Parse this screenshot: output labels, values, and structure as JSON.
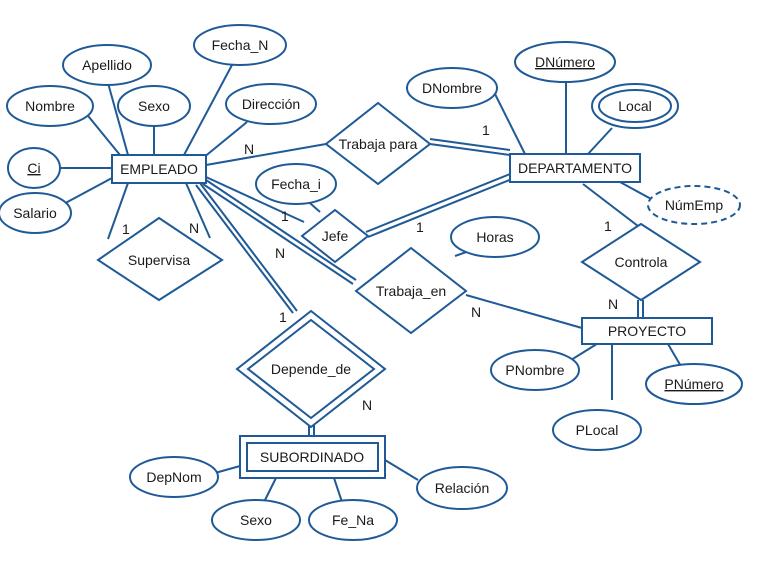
{
  "entities": {
    "empleado": "EMPLEADO",
    "departamento": "DEPARTAMENTO",
    "proyecto": "PROYECTO",
    "subordinado": "SUBORDINADO"
  },
  "relationships": {
    "trabaja_para": "Trabaja para",
    "jefe": "Jefe",
    "supervisa": "Supervisa",
    "trabaja_en": "Trabaja_en",
    "controla": "Controla",
    "depende_de": "Depende_de"
  },
  "attributes": {
    "fecha_n": "Fecha_N",
    "apellido": "Apellido",
    "nombre": "Nombre",
    "sexo_emp": "Sexo",
    "direccion": "Dirección",
    "ci": "Ci",
    "salario": "Salario",
    "fecha_i": "Fecha_i",
    "horas": "Horas",
    "dnombre": "DNombre",
    "dnumero": "DNúmero",
    "local": "Local",
    "numemp": "NúmEmp",
    "pnombre": "PNombre",
    "pnumero": "PNúmero",
    "plocal": "PLocal",
    "depnom": "DepNom",
    "sexo_sub": "Sexo",
    "fe_na": "Fe_Na",
    "relacion": "Relación"
  },
  "cardinalities": {
    "trabaja_para_emp": "N",
    "trabaja_para_dep": "1",
    "jefe_emp": "1",
    "jefe_dep": "1",
    "supervisa_left": "1",
    "supervisa_right": "N",
    "trabaja_en_emp": "N",
    "trabaja_en_proy": "N",
    "controla_dep": "1",
    "controla_proy": "N",
    "depende_emp": "1",
    "depende_sub": "N"
  },
  "colors": {
    "stroke": "#1f5a96",
    "text": "#1a1a1a",
    "background": "#ffffff"
  }
}
